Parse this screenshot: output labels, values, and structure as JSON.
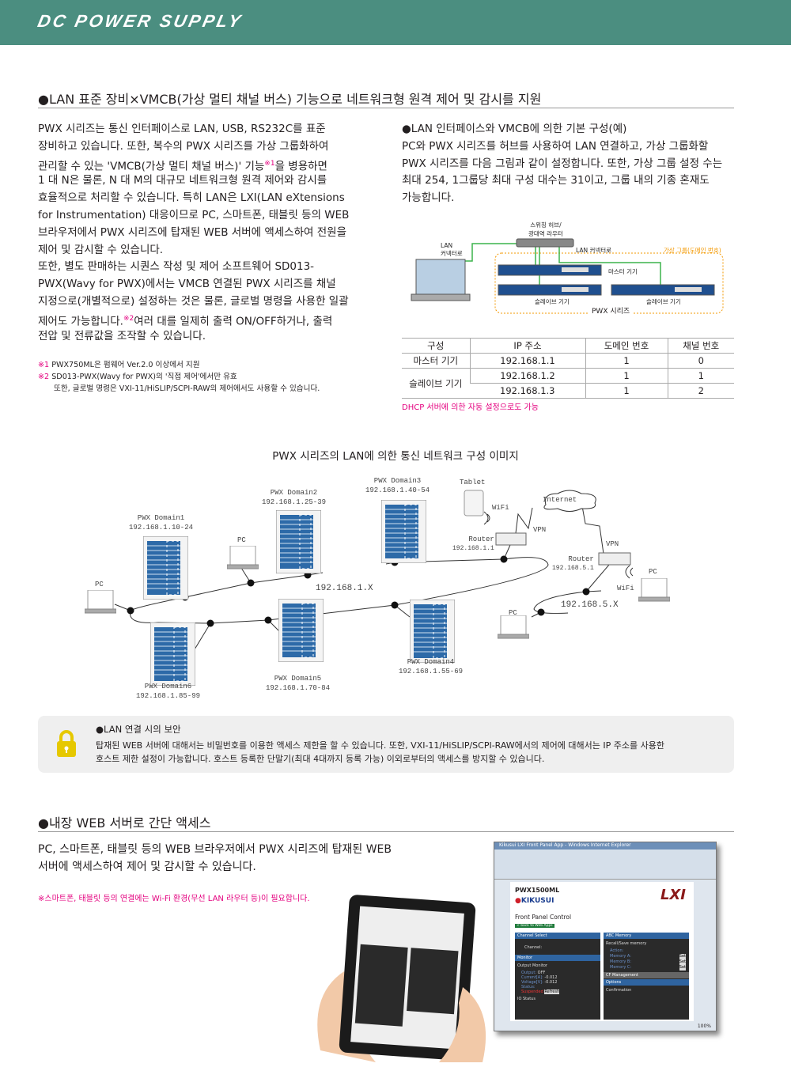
{
  "header": {
    "title": "DC POWER SUPPLY"
  },
  "section1": {
    "heading": "●LAN 표준 장비×VMCB(가상 멀티 채널 버스) 기능으로 네트워크형 원격 제어 및 감시를 지원",
    "left_lines": [
      "PWX 시리즈는 통신 인터페이스로 LAN, USB, RS232C를 표준",
      "장비하고 있습니다. 또한, 복수의 PWX 시리즈를 가상 그룹화하여",
      "관리할 수 있는 'VMCB(가상 멀티 채널 버스)' 기능",
      "을 병용하면",
      "1 대 N은 물론, N 대 M의 대규모 네트워크형 원격 제어와 감시를",
      "효율적으로 처리할 수 있습니다. 특히 LAN은 LXI(LAN eXtensions",
      "for Instrumentation) 대응이므로 PC, 스마트폰, 태블릿 등의 WEB",
      "브라우저에서 PWX 시리즈에 탑재된 WEB 서버에 액세스하여 전원을",
      "제어 및 감시할 수 있습니다.",
      "또한, 별도 판매하는 시퀀스 작성 및 제어 소프트웨어 SD013-",
      "PWX(Wavy for PWX)에서는 VMCB 연결된 PWX 시리즈를 채널",
      "지정으로(개별적으로) 설정하는 것은 물론, 글로벌 명령을 사용한 일괄",
      "제어도 가능합니다.",
      "여러 대를 일제히 출력 ON/OFF하거나, 출력",
      "전압 및 전류값을 조작할 수 있습니다."
    ],
    "sup1": "※1",
    "sup2": "※2",
    "footnotes": [
      {
        "mark": "※1",
        "text": "PWX750ML은 펌웨어 Ver.2.0 이상에서 지원"
      },
      {
        "mark": "※2",
        "text": "SD013-PWX(Wavy for PWX)의 '직접 제어'에서만 유효"
      },
      {
        "mark": "",
        "text": "또한, 글로벌 명령은 VXI-11/HiSLIP/SCPI-RAW의 제어에서도 사용할 수 있습니다."
      }
    ],
    "right_lines": [
      "●LAN 인터페이스와 VMCB에 의한 기본 구성(예)",
      "PC와 PWX 시리즈를 허브를 사용하여 LAN 연결하고, 가상 그룹화할",
      "PWX 시리즈를 다음 그림과 같이 설정합니다. 또한, 가상 그룹 설정 수는",
      "최대 254, 1그룹당 최대 구성 대수는 31이고, 그룹 내의 기종 혼재도",
      "가능합니다."
    ],
    "diagram": {
      "hub": "스위칭 허브/",
      "hub2": "광대역 라우터",
      "lan_connector": "LAN",
      "lan_connector2": "커넥터로",
      "lan_connector_right": "LAN 커넥터로",
      "virtual_group": "가상 그룹(도메인 번호)",
      "master": "마스터 기기",
      "slave1": "슬레이브 기기",
      "slave2": "슬레이브 기기",
      "series": "PWX 시리즈"
    },
    "table": {
      "headers": [
        "구성",
        "IP 주소",
        "도메인 번호",
        "채널 번호"
      ],
      "master": {
        "role": "마스터 기기",
        "ip": "192.168.1.1",
        "domain": "1",
        "channel": "0"
      },
      "slave_role": "슬레이브 기기",
      "slaves": [
        {
          "ip": "192.168.1.2",
          "domain": "1",
          "channel": "1"
        },
        {
          "ip": "192.168.1.3",
          "domain": "1",
          "channel": "2"
        }
      ]
    },
    "dhcp_note": "DHCP 서버에 의한 자동 설정으로도 가능"
  },
  "network": {
    "title": "PWX 시리즈의 LAN에 의한 통신 네트워크 구성 이미지",
    "domains": [
      {
        "name": "PWX Domain1",
        "ip": "192.168.1.10-24"
      },
      {
        "name": "PWX Domain2",
        "ip": "192.168.1.25-39"
      },
      {
        "name": "PWX Domain3",
        "ip": "192.168.1.40-54"
      },
      {
        "name": "PWX Domain4",
        "ip": "192.168.1.55-69"
      },
      {
        "name": "PWX Domain5",
        "ip": "192.168.1.70-84"
      },
      {
        "name": "PWX Domain6",
        "ip": "192.168.1.85-99"
      }
    ],
    "pc": "PC",
    "tablet": "Tablet",
    "wifi": "WiFi",
    "vpn": "VPN",
    "internet": "Internet",
    "router1": {
      "name": "Router",
      "ip": "192.168.1.1"
    },
    "router2": {
      "name": "Router",
      "ip": "192.168.5.1"
    },
    "subnet1": "192.168.1.X",
    "subnet2": "192.168.5.X"
  },
  "security": {
    "title": "●LAN 연결 시의 보안",
    "line1": "탑재된 WEB 서버에 대해서는 비밀번호를 이용한 액세스 제한을 할 수 있습니다. 또한, VXI-11/HiSLIP/SCPI-RAW에서의 제어에 대해서는 IP 주소를 사용한",
    "line2": "호스트 제한 설정이 가능합니다. 호스트 등록한 단말기(최대 4대까지 등록 가능) 이외로부터의 액세스를 방지할 수 있습니다."
  },
  "section2": {
    "heading": "●내장 WEB 서버로 간단 액세스",
    "line1": "PC, 스마트폰, 태블릿 등의 WEB 브라우저에서 PWX 시리즈에 탑재된 WEB",
    "line2": "서버에 액세스하여 제어 및 감시할 수 있습니다.",
    "note": "※스마트폰, 태블릿 등의 연결에는 Wi-Fi 환경(무선 LAN 라우터 등)이 필요합니다."
  },
  "browser": {
    "window_title": "Kikusui LXI Front Panel App - Windows Internet Explorer",
    "model": "PWX1500ML",
    "brand": "KIKUSUI",
    "lxi": "LXI",
    "page_title": "Front Panel Control",
    "back": "< back to Web Apps",
    "channel_select": "Channel Select",
    "channel": "Channel:",
    "monitor": "Monitor",
    "output_monitor": "Output Monitor",
    "output": "Output:",
    "output_val": "OFF",
    "current": "Current[A]:",
    "current_val": "-0.012",
    "voltage": "Voltage[V]:",
    "voltage_val": "-0.012",
    "status": "Status:",
    "suspended": "Suspended",
    "refresh": "Refresh",
    "io_status": "IO Status",
    "abc_memory": "ABC Memory",
    "recall_save": "Recall/Save memory",
    "action": "Action:",
    "memA": "Memory A:",
    "memB": "Memory B:",
    "memC": "Memory C:",
    "set": "Set",
    "cf": "CF Management",
    "options": "Options",
    "confirmation": "Confirmation",
    "zoom": "100%"
  }
}
